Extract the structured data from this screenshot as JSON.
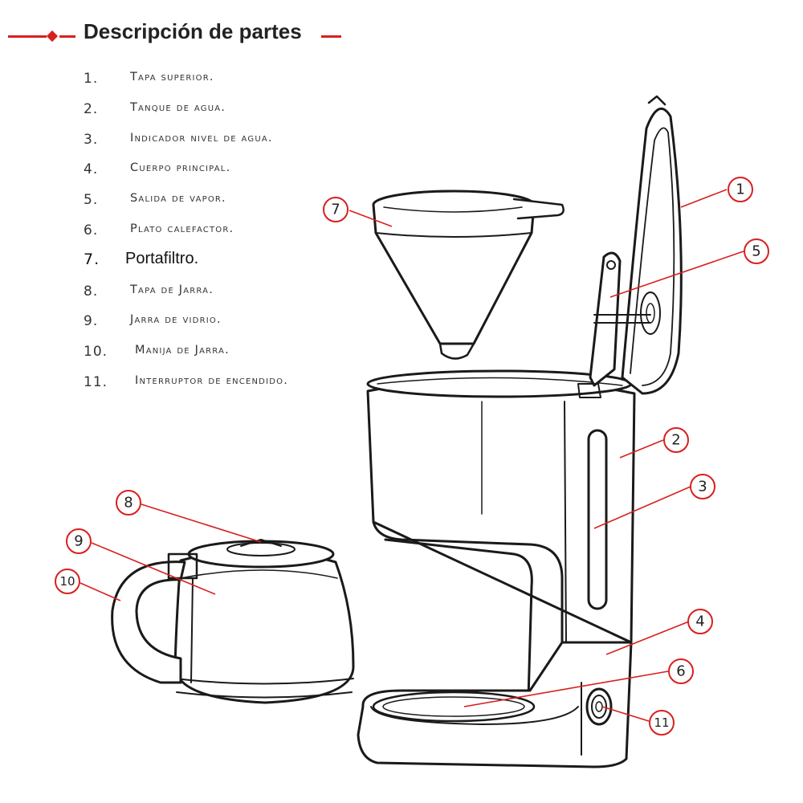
{
  "header": {
    "title": "Descripción de partes",
    "accent_color": "#d81f1f"
  },
  "parts": [
    {
      "number": "1.",
      "label": "Tapa superior."
    },
    {
      "number": "2.",
      "label": "Tanque de agua."
    },
    {
      "number": "3.",
      "label": "Indicador nivel de agua."
    },
    {
      "number": "4.",
      "label": "Cuerpo principal."
    },
    {
      "number": "5.",
      "label": "Salida de vapor."
    },
    {
      "number": "6.",
      "label": "Plato calefactor."
    },
    {
      "number": "7.",
      "label": "Portafiltro."
    },
    {
      "number": "8.",
      "label": "Tapa de Jarra."
    },
    {
      "number": "9.",
      "label": "Jarra de vidrio."
    },
    {
      "number": "10.",
      "label": "Manija de Jarra."
    },
    {
      "number": "11.",
      "label": "Interruptor de encendido."
    }
  ],
  "callouts": {
    "c1": "1",
    "c2": "2",
    "c3": "3",
    "c4": "4",
    "c5": "5",
    "c6": "6",
    "c7": "7",
    "c8": "8",
    "c9": "9",
    "c10": "10",
    "c11": "11"
  },
  "callout_color": "#d81f1f"
}
